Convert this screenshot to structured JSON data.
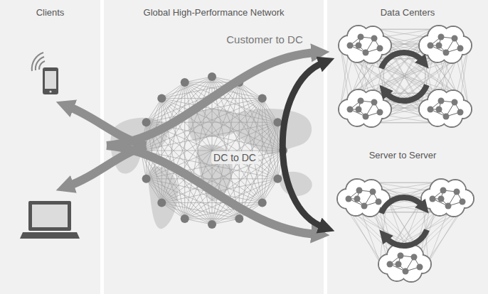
{
  "diagram": {
    "nodes": [
      {
        "text": [
          "Clients"
        ]
      },
      {
        "text": [
          "Global High-Performance Network"
        ]
      },
      {
        "text": [
          "Data Centers"
        ]
      }
    ],
    "labels": [
      "Customer to DC",
      "DC to DC",
      "Server to Server"
    ]
  }
}
